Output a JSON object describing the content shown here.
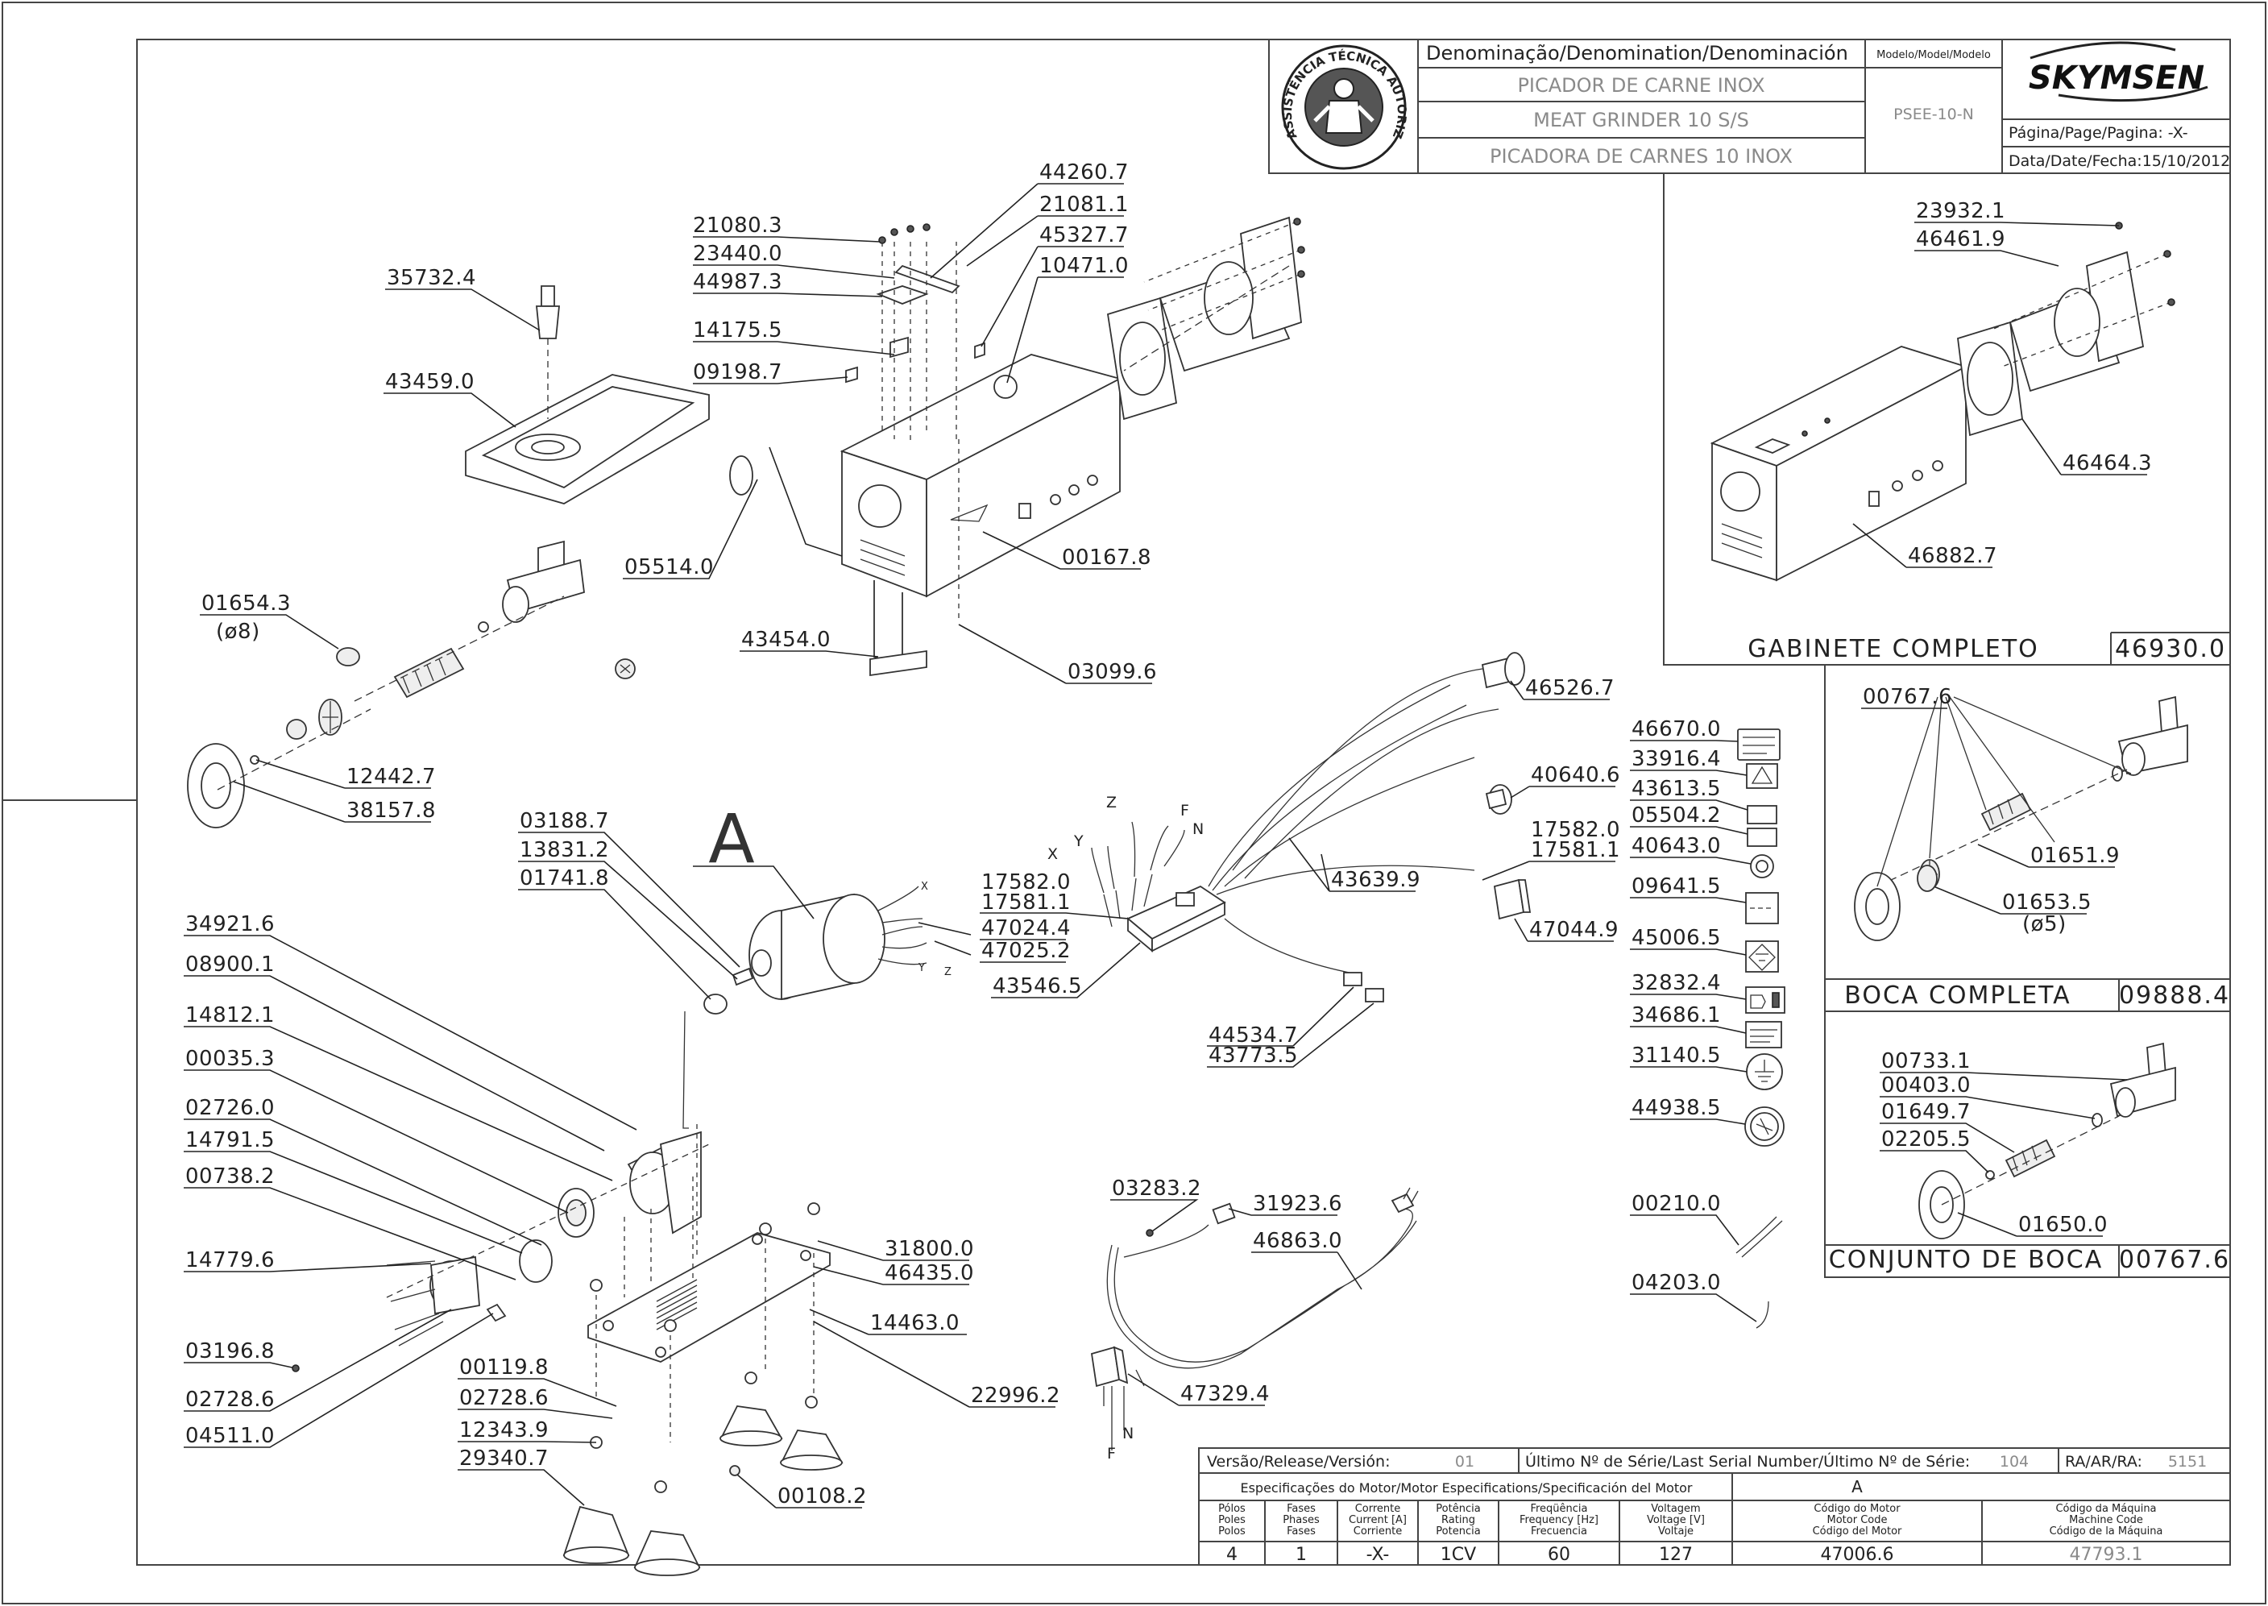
{
  "title_block": {
    "denomination_header": "Denominação/Denomination/Denominación",
    "name_pt": "PICADOR DE CARNE INOX",
    "name_en": "MEAT GRINDER 10 S/S",
    "name_es": "PICADORA DE CARNES 10 INOX",
    "model_header": "Modelo/Model/Modelo",
    "model_value": "PSEE-10-N",
    "brand": "SKYMSEN",
    "page_label": "Página/Page/Pagina: -X-",
    "date_label": "Data/Date/Fecha:15/10/2012",
    "seal_text": "ASSISTÊNCIA TÉCNICA AUTORIZADA"
  },
  "main_parts": {
    "p44260_7": "44260.7",
    "p21081_1": "21081.1",
    "p45327_7": "45327.7",
    "p10471_0": "10471.0",
    "p21080_3": "21080.3",
    "p23440_0": "23440.0",
    "p44987_3": "44987.3",
    "p14175_5": "14175.5",
    "p09198_7": "09198.7",
    "p35732_4": "35732.4",
    "p43459_0": "43459.0",
    "p05514_0": "05514.0",
    "p00167_8": "00167.8",
    "p01654_3": "01654.3",
    "p01654_3_sub": "(ø8)",
    "p43454_0": "43454.0",
    "p03099_6": "03099.6",
    "p12442_7": "12442.7",
    "p38157_8": "38157.8",
    "view_a": "A",
    "p03188_7": "03188.7",
    "p13831_2": "13831.2",
    "p01741_8": "01741.8",
    "p34921_6": "34921.6",
    "p08900_1": "08900.1",
    "p14812_1": "14812.1",
    "p00035_3": "00035.3",
    "p02726_0": "02726.0",
    "p14791_5": "14791.5",
    "p00738_2": "00738.2",
    "p14779_6": "14779.6",
    "p03196_8": "03196.8",
    "p02728_6a": "02728.6",
    "p04511_0": "04511.0",
    "p00119_8": "00119.8",
    "p02728_6b": "02728.6",
    "p12343_9": "12343.9",
    "p29340_7": "29340.7",
    "p00108_2": "00108.2",
    "p22996_2": "22996.2",
    "p14463_0": "14463.0",
    "p31800_0": "31800.0",
    "p46435_0": "46435.0",
    "p17582_0a": "17582.0",
    "p17581_1a": "17581.1",
    "p47024_4": "47024.4",
    "p47025_2": "47025.2",
    "p43546_5": "43546.5",
    "p46526_7": "46526.7",
    "p40640_6": "40640.6",
    "p17582_0b": "17582.0",
    "p17581_1b": "17581.1",
    "p43639_9": "43639.9",
    "p47044_9": "47044.9",
    "p44534_7": "44534.7",
    "p43773_5": "43773.5",
    "p03283_2": "03283.2",
    "p31923_6": "31923.6",
    "p46863_0": "46863.0",
    "p47329_4": "47329.4",
    "wire_x1": "X",
    "wire_y1": "Y",
    "wire_z1": "Z",
    "wire_f1": "F",
    "wire_n1": "N",
    "wire_x2": "X",
    "wire_y2": "Y",
    "wire_z2": "Z",
    "cord_f": "F",
    "cord_n": "N"
  },
  "labels_column": {
    "p46670_0": "46670.0",
    "p33916_4": "33916.4",
    "p43613_5": "43613.5",
    "p05504_2": "05504.2",
    "p40643_0": "40643.0",
    "p09641_5": "09641.5",
    "p45006_5": "45006.5",
    "p32832_4": "32832.4",
    "p34686_1": "34686.1",
    "p31140_5": "31140.5",
    "p44938_5": "44938.5",
    "p00210_0": "00210.0",
    "p04203_0": "04203.0"
  },
  "cabinet_box": {
    "p23932_1": "23932.1",
    "p46461_9": "46461.9",
    "p46464_3": "46464.3",
    "p46882_7": "46882.7",
    "title": "GABINETE COMPLETO",
    "code": "46930.0"
  },
  "mouth_box": {
    "p00767_6": "00767.6",
    "p01651_9": "01651.9",
    "p01653_5": "01653.5",
    "p01653_5_sub": "(ø5)",
    "title": "BOCA COMPLETA",
    "code": "09888.4"
  },
  "mouth_set_box": {
    "p00733_1": "00733.1",
    "p00403_0": "00403.0",
    "p01649_7": "01649.7",
    "p02205_5": "02205.5",
    "p01650_0": "01650.0",
    "title": "CONJUNTO DE BOCA",
    "code": "00767.6"
  },
  "bottom_table": {
    "version_label": "Versão/Release/Versión:",
    "version_value": "01",
    "serial_label": "Último Nº de Série/Last Serial Number/Último Nº de Série:",
    "serial_value": "104",
    "ra_label": "RA/AR/RA:",
    "ra_value": "5151",
    "motor_spec_header": "Especificações do Motor/Motor Especifications/Specificación del Motor",
    "motor_letter": "A",
    "poles_hdr": [
      "Pólos",
      "Poles",
      "Polos"
    ],
    "phases_hdr": [
      "Fases",
      "Phases",
      "Fases"
    ],
    "current_hdr": [
      "Corrente",
      "Current [A]",
      "Corriente"
    ],
    "power_hdr": [
      "Potência",
      "Rating",
      "Potencia"
    ],
    "freq_hdr": [
      "Freqüência",
      "Frequency [Hz]",
      "Frecuencia"
    ],
    "voltage_hdr": [
      "Voltagem",
      "Voltage [V]",
      "Voltaje"
    ],
    "motor_code_hdr": [
      "Código do Motor",
      "Motor Code",
      "Código del Motor"
    ],
    "machine_code_hdr": [
      "Código da Máquina",
      "Machine Code",
      "Código de la Máquina"
    ],
    "poles": "4",
    "phases": "1",
    "current": "-X-",
    "power": "1CV",
    "frequency": "60",
    "voltage": "127",
    "motor_code": "47006.6",
    "machine_code": "47793.1"
  }
}
